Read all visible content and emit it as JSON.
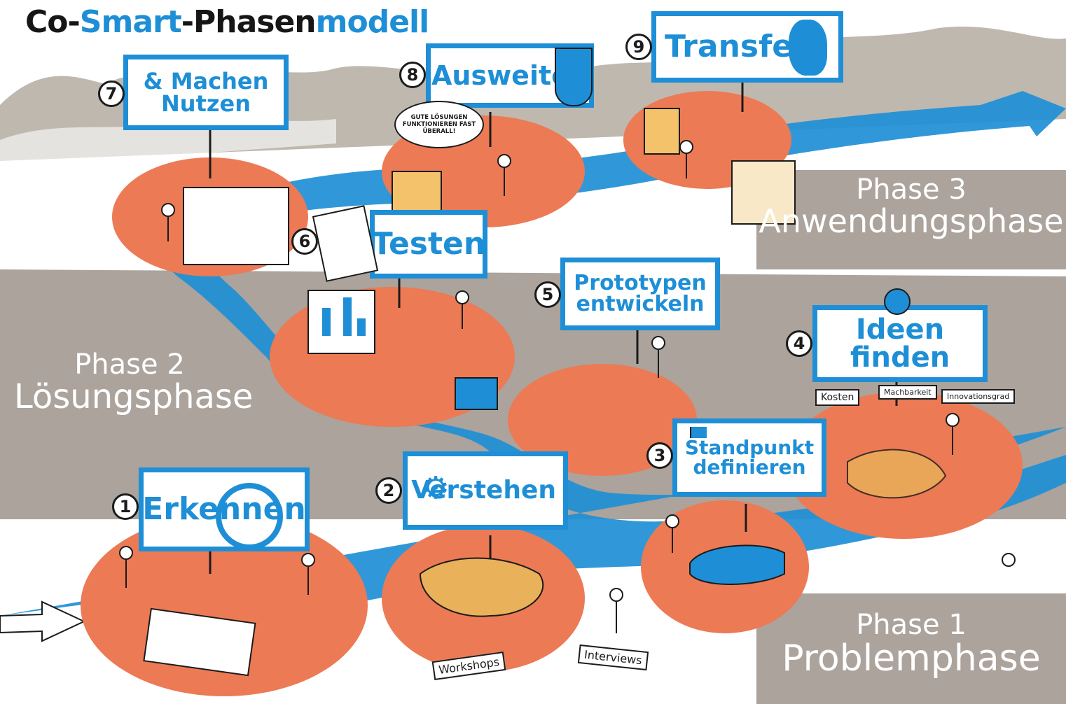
{
  "title": {
    "part1": "Co-",
    "part2": "Smart",
    "part3": "-Phasen",
    "part4": "modell"
  },
  "steps": [
    {
      "number": "1",
      "line1": "Erkennen",
      "line2": ""
    },
    {
      "number": "2",
      "line1": "Verstehen",
      "line2": ""
    },
    {
      "number": "3",
      "line1": "Standpunkt",
      "line2": "definieren"
    },
    {
      "number": "4",
      "line1": "Ideen finden",
      "line2": ""
    },
    {
      "number": "5",
      "line1": "Prototypen",
      "line2": "entwickeln"
    },
    {
      "number": "6",
      "line1": "Testen",
      "line2": ""
    },
    {
      "number": "7",
      "line1": "& Machen",
      "line2": "Nutzen"
    },
    {
      "number": "8",
      "line1": "Ausweiten",
      "line2": ""
    },
    {
      "number": "9",
      "line1": "Transfer",
      "line2": ""
    }
  ],
  "phases": [
    {
      "line1": "Phase 1",
      "line2": "Problemphase"
    },
    {
      "line1": "Phase 2",
      "line2": "Lösungsphase"
    },
    {
      "line1": "Phase 3",
      "line2": "Anwendungsphase"
    }
  ],
  "speech_bubble": {
    "line1": "GUTE LÖSUNGEN",
    "line2": "FUNKTIONIEREN FAST",
    "line3": "ÜBERALL!"
  },
  "tags": {
    "workshops": "Workshops",
    "interviews": "Interviews",
    "kosten": "Kosten",
    "machbarkeit": "Machbarkeit",
    "innovationsgrad": "Innovationsgrad"
  },
  "colors": {
    "brand_blue": "#1e8fd6",
    "orange": "#ec7a55",
    "taupe": "#aba39c",
    "ink": "#1b1b1b"
  },
  "icons": [
    "magnifier-icon",
    "gears-icon",
    "flag-icon",
    "lightbulb-icon",
    "clipboard-icon",
    "coat-of-arms-icon",
    "germany-map-icon",
    "arrow-icon"
  ]
}
